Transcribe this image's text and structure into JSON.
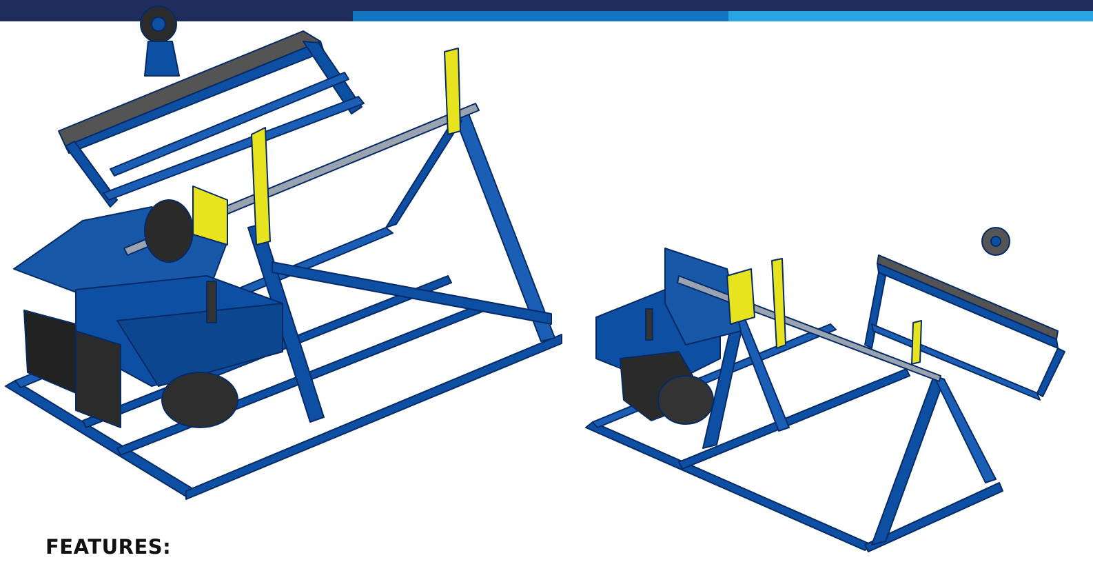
{
  "header": {
    "colors": {
      "navy": "#1f2d5c",
      "mid_blue": "#1275c2",
      "light_blue": "#28a4e0"
    }
  },
  "images": [
    {
      "name": "winder-machine-large",
      "frame_color": "#0d4fa3",
      "accent_color": "#e8e31f",
      "description_icon": "machine-illustration"
    },
    {
      "name": "winder-machine-small",
      "frame_color": "#0d4fa3",
      "accent_color": "#e8e31f",
      "description_icon": "machine-illustration"
    }
  ],
  "features": {
    "heading": "FEATURES:"
  }
}
